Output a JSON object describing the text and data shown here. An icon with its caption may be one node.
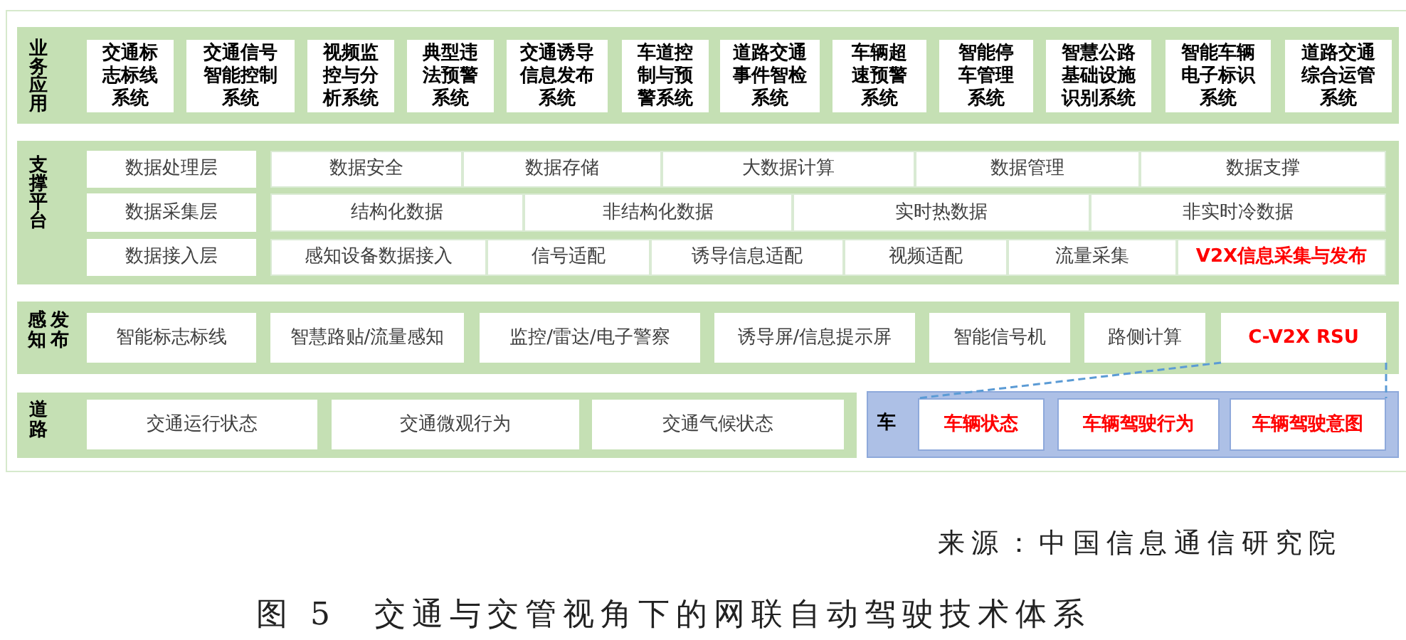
{
  "diagram": {
    "caption": "图 5　交通与交管视角下的网联自动驾驶技术体系",
    "nodes": [
      {
        "text": [
          "业务应用"
        ]
      },
      {
        "text": [
          "交通标志标线系统"
        ],
        "in": 0
      },
      {
        "text": [
          "交通信号智能控制系统"
        ],
        "in": 0
      },
      {
        "text": [
          "视频监控与分析系统"
        ],
        "in": 0
      },
      {
        "text": [
          "典型违法预警系统"
        ],
        "in": 0
      },
      {
        "text": [
          "交通诱导信息发布系统"
        ],
        "in": 0
      },
      {
        "text": [
          "车道控制与预警系统"
        ],
        "in": 0
      },
      {
        "text": [
          "道路交通事件智检系统"
        ],
        "in": 0
      },
      {
        "text": [
          "车辆超速预警系统"
        ],
        "in": 0
      },
      {
        "text": [
          "智能停车管理系统"
        ],
        "in": 0
      },
      {
        "text": [
          "智慧公路基础设施识别系统"
        ],
        "in": 0
      },
      {
        "text": [
          "智能车辆电子标识系统"
        ],
        "in": 0
      },
      {
        "text": [
          "道路交通综合运管系统"
        ],
        "in": 0
      },
      {
        "text": [
          "支撑平台"
        ]
      },
      {
        "text": [
          "数据处理层"
        ],
        "in": 13
      },
      {
        "text": [
          "数据安全"
        ],
        "in": 13
      },
      {
        "text": [
          "数据存储"
        ],
        "in": 13
      },
      {
        "text": [
          "大数据计算"
        ],
        "in": 13
      },
      {
        "text": [
          "数据管理"
        ],
        "in": 13
      },
      {
        "text": [
          "数据支撑"
        ],
        "in": 13
      },
      {
        "text": [
          "数据采集层"
        ],
        "in": 13
      },
      {
        "text": [
          "结构化数据"
        ],
        "in": 13
      },
      {
        "text": [
          "非结构化数据"
        ],
        "in": 13
      },
      {
        "text": [
          "实时热数据"
        ],
        "in": 13
      },
      {
        "text": [
          "非实时冷数据"
        ],
        "in": 13
      },
      {
        "text": [
          "数据接入层"
        ],
        "in": 13
      },
      {
        "text": [
          "感知设备数据接入"
        ],
        "in": 13
      },
      {
        "text": [
          "信号适配"
        ],
        "in": 13
      },
      {
        "text": [
          "诱导信息适配"
        ],
        "in": 13
      },
      {
        "text": [
          "视频适配"
        ],
        "in": 13
      },
      {
        "text": [
          "流量采集"
        ],
        "in": 13
      },
      {
        "text": [
          "V2X信息采集与发布"
        ],
        "in": 13
      },
      {
        "text": [
          "感知发布"
        ]
      },
      {
        "text": [
          "智能标志标线"
        ],
        "in": 32
      },
      {
        "text": [
          "智慧路贴/流量感知"
        ],
        "in": 32
      },
      {
        "text": [
          "监控/雷达/电子警察"
        ],
        "in": 32
      },
      {
        "text": [
          "诱导屏/信息提示屏"
        ],
        "in": 32
      },
      {
        "text": [
          "智能信号机"
        ],
        "in": 32
      },
      {
        "text": [
          "路侧计算"
        ],
        "in": 32
      },
      {
        "text": [
          "C-V2X RSU"
        ],
        "in": 32
      },
      {
        "text": [
          "道路"
        ]
      },
      {
        "text": [
          "交通运行状态"
        ],
        "in": 40
      },
      {
        "text": [
          "交通微观行为"
        ],
        "in": 40
      },
      {
        "text": [
          "交通气候状态"
        ],
        "in": 40
      },
      {
        "text": [
          "车"
        ]
      },
      {
        "text": [
          "车辆状态"
        ],
        "in": 44
      },
      {
        "text": [
          "车辆驾驶行为"
        ],
        "in": 44
      },
      {
        "text": [
          "车辆驾驶意图"
        ],
        "in": 44
      }
    ],
    "edges": [
      {
        "from": 39,
        "to": 45,
        "arrow": "none",
        "style": "dashed"
      },
      {
        "from": 39,
        "to": 47,
        "arrow": "none",
        "style": "dashed"
      }
    ],
    "labels": [
      "来源：中国信息通信研究院"
    ]
  }
}
